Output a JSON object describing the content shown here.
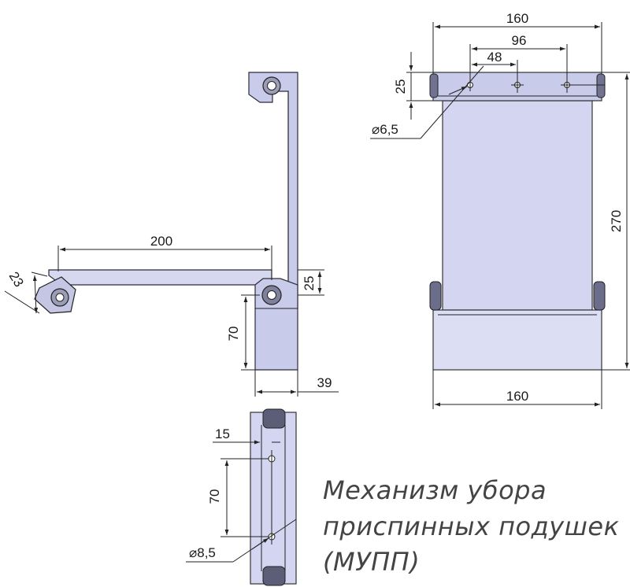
{
  "title": {
    "line1": "Механизм убора",
    "line2": "приспинных подушек",
    "line3": "(МУПП)"
  },
  "dimensions": {
    "top_width": "160",
    "top_spacing": "96",
    "top_half_spacing": "48",
    "top_offset": "25",
    "small_hole": "⌀6,5",
    "height": "270",
    "bottom_width": "160",
    "arm_length": "200",
    "angle_dim": "23",
    "arm_offset": "25",
    "bracket_height": "70",
    "bracket_width": "39",
    "bottom_offset": "15",
    "bottom_spacing": "70",
    "large_hole": "⌀8,5"
  },
  "colors": {
    "panel_fill": "#c9cbeb",
    "panel_fill_light": "#dcdef4",
    "line": "#222222",
    "title": "#444444"
  }
}
